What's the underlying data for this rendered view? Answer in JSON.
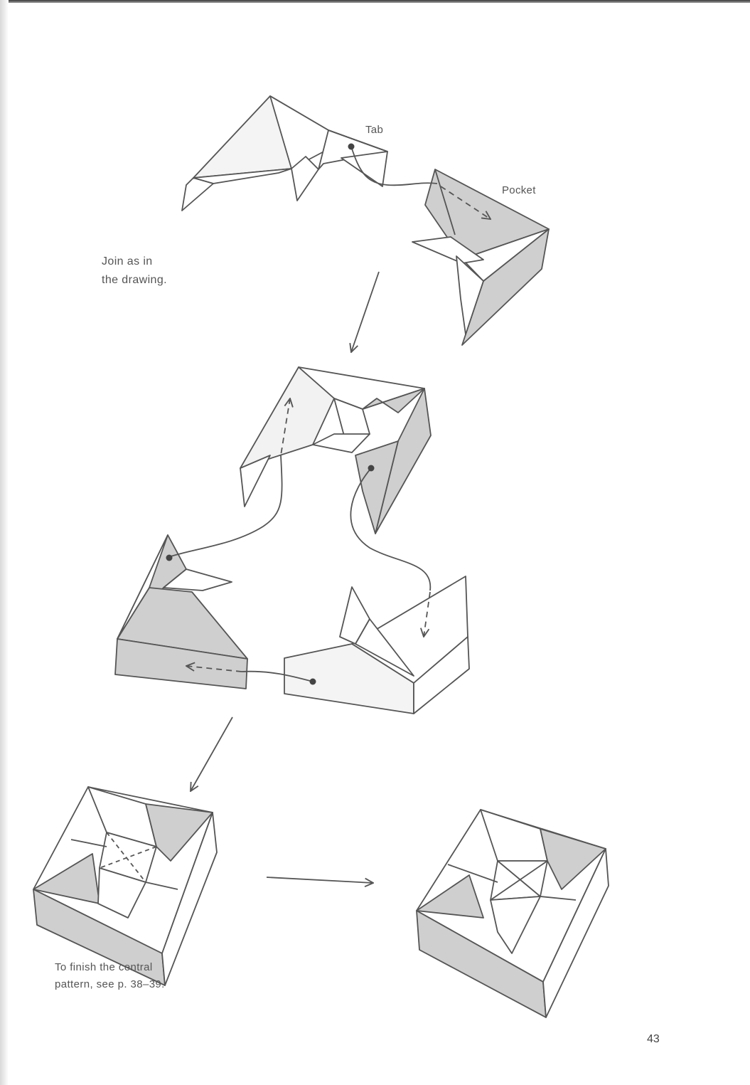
{
  "labels": {
    "tab": "Tab",
    "pocket": "Pocket"
  },
  "notes": {
    "join": [
      "Join as in",
      "the drawing."
    ],
    "finish": [
      "To finish the central",
      "pattern, see p. 38–39."
    ]
  },
  "page_number": "43",
  "colors": {
    "line": "#555555",
    "shade": "#cfcfcf",
    "paper": "#ffffff"
  }
}
